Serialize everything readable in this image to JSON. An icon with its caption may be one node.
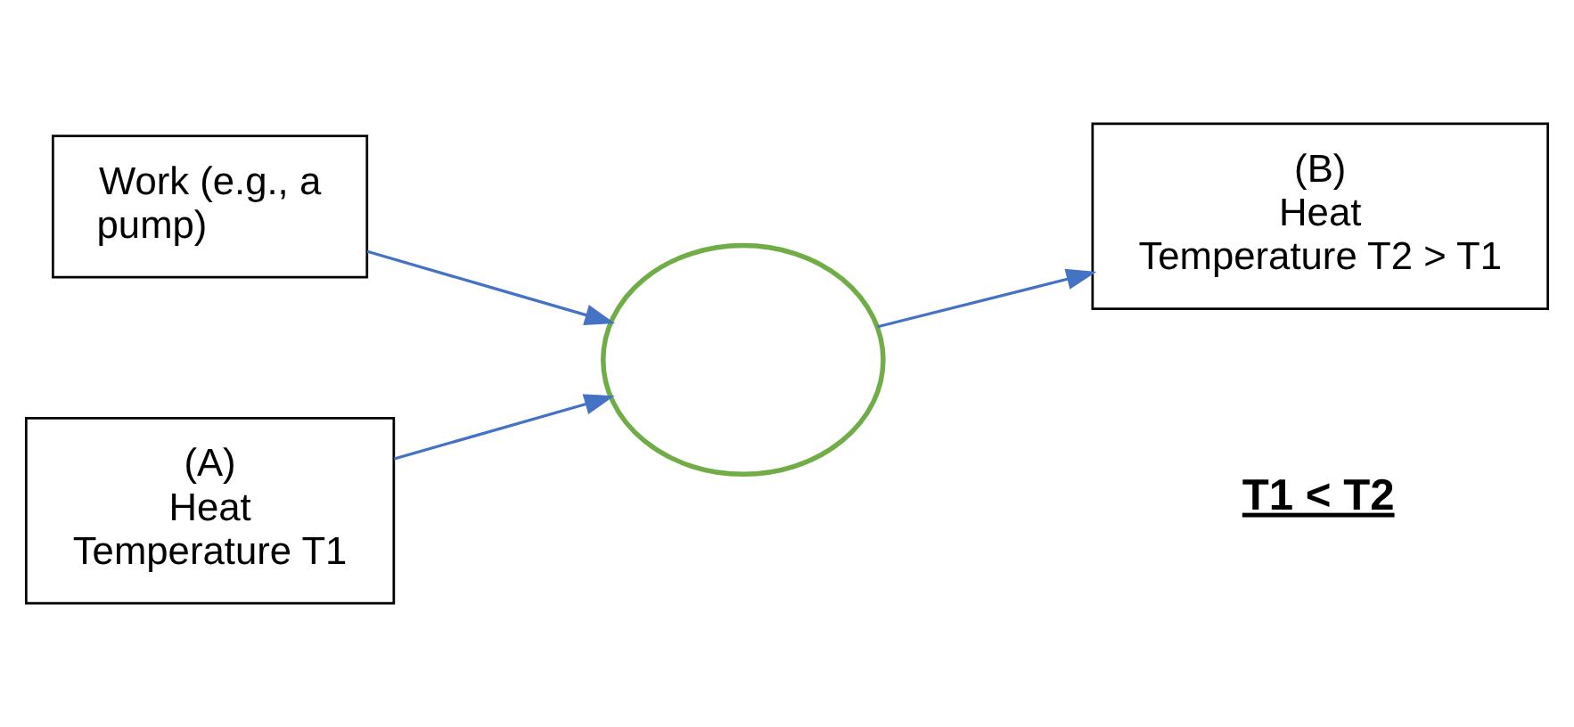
{
  "diagram": {
    "nodes": [
      {
        "text": [
          "Work (e.g., a pump)"
        ]
      },
      {
        "text": [],
        "shape": "circle"
      },
      {
        "text": [
          "(B)",
          "Heat",
          "Temperature T2 > T1"
        ]
      },
      {
        "text": [
          "(A)",
          "Heat",
          "Temperature T1"
        ]
      }
    ],
    "edges": [
      {
        "from": 0,
        "to": 1,
        "arrow": "to"
      },
      {
        "from": 3,
        "to": 1,
        "arrow": "to"
      },
      {
        "from": 1,
        "to": 2,
        "arrow": "to"
      }
    ],
    "labels": [
      "T1 < T2"
    ]
  }
}
